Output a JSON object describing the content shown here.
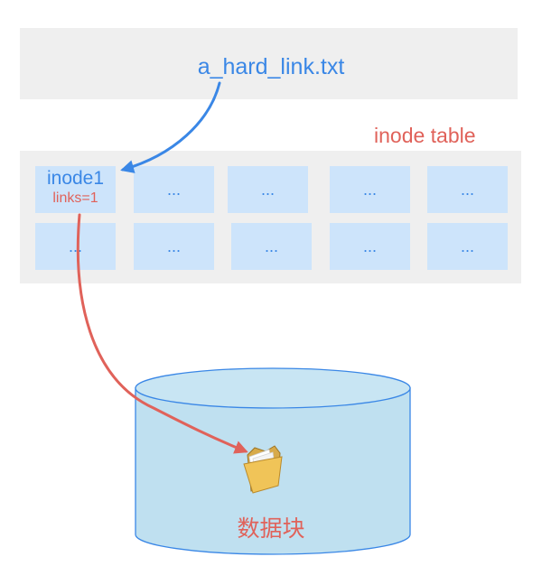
{
  "file": {
    "name": "a_hard_link.txt"
  },
  "inode_table": {
    "label": "inode table",
    "first_cell": {
      "name": "inode1",
      "links": "links=1"
    },
    "placeholder": "..."
  },
  "data_block": {
    "label": "数据块"
  },
  "colors": {
    "blue_accent": "#3a87e6",
    "red_accent": "#e0625a",
    "cell_fill": "#cde4fb",
    "panel_fill": "#efefef",
    "cylinder_fill": "#bfe0f0"
  },
  "icons": {
    "data": "folder-icon"
  }
}
